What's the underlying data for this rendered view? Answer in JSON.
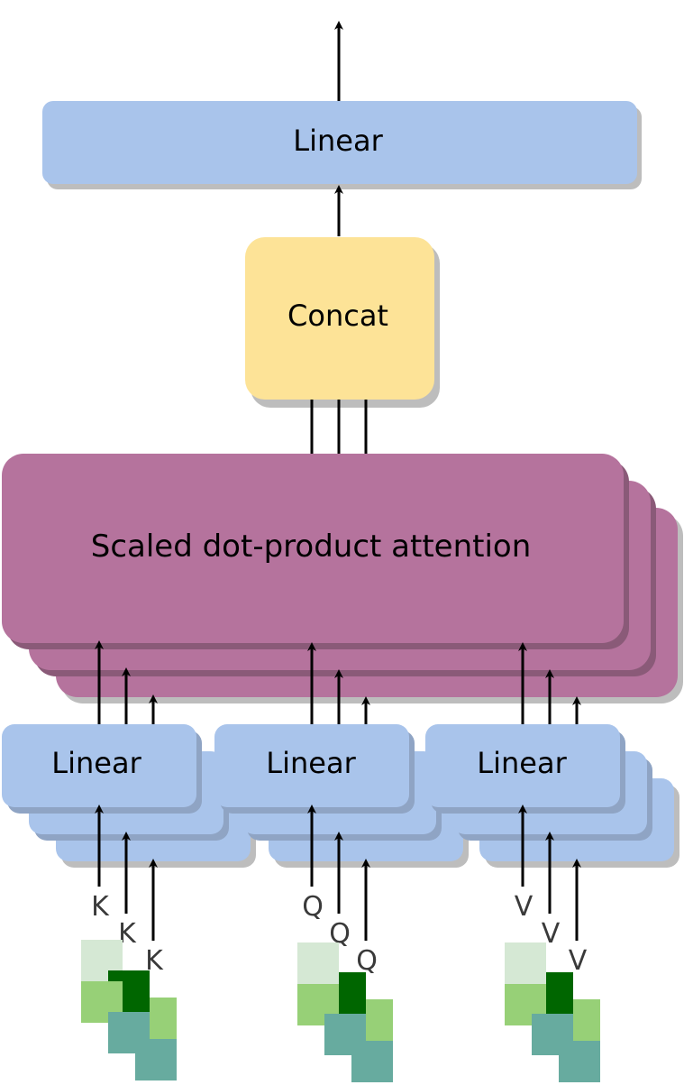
{
  "colors": {
    "linear_fill": "#a9c4eb",
    "concat_fill": "#fde397",
    "attention_fill": "#b5739d",
    "shadow": "#bdbdbd",
    "arrow": "#000000",
    "token_light": "#d5e8d4",
    "token_mid": "#97d077",
    "token_dark": "#006600",
    "token_teal": "#67ab9f"
  },
  "blocks": {
    "output_linear": "Linear",
    "concat": "Concat",
    "attention": "Scaled dot-product attention",
    "linear_k": "Linear",
    "linear_q": "Linear",
    "linear_v": "Linear"
  },
  "inputs": {
    "k": [
      "K",
      "K",
      "K"
    ],
    "q": [
      "Q",
      "Q",
      "Q"
    ],
    "v": [
      "V",
      "V",
      "V"
    ]
  }
}
